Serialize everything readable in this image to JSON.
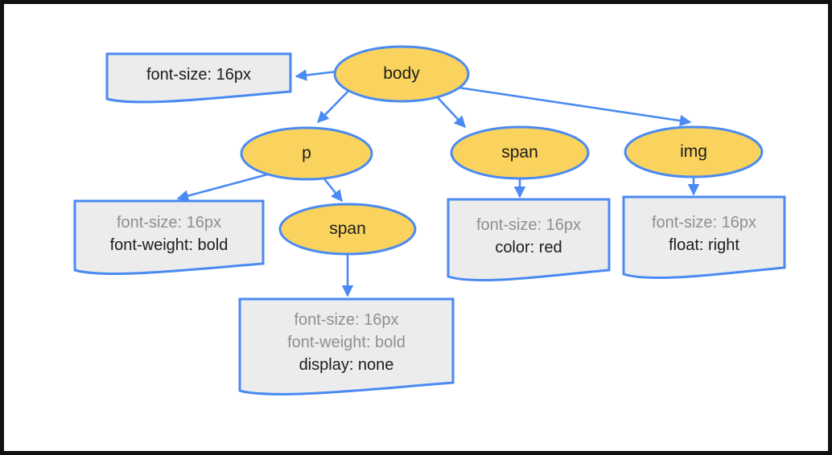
{
  "figure": {
    "description": "CSS inheritance / render tree diagram",
    "colors": {
      "node_fill": "#FAD35F",
      "stroke_blue": "#4A8AF2",
      "box_fill": "#ECECEC",
      "inherited_text": "#8F8F8F",
      "declared_text": "#1C1C1C",
      "frame_border": "#111111"
    },
    "nodes": [
      {
        "id": "body",
        "label": "body"
      },
      {
        "id": "p",
        "label": "p"
      },
      {
        "id": "span-under-body",
        "label": "span"
      },
      {
        "id": "img",
        "label": "img"
      },
      {
        "id": "span-under-p",
        "label": "span"
      }
    ],
    "style_boxes": [
      {
        "id": "body-styles",
        "lines": [
          {
            "text": "font-size: 16px",
            "status": "declared"
          }
        ]
      },
      {
        "id": "p-styles",
        "lines": [
          {
            "text": "font-size: 16px",
            "status": "inherited"
          },
          {
            "text": "font-weight: bold",
            "status": "declared"
          }
        ]
      },
      {
        "id": "span-under-body-styles",
        "lines": [
          {
            "text": "font-size: 16px",
            "status": "inherited"
          },
          {
            "text": "color: red",
            "status": "declared"
          }
        ]
      },
      {
        "id": "img-styles",
        "lines": [
          {
            "text": "font-size: 16px",
            "status": "inherited"
          },
          {
            "text": "float: right",
            "status": "declared"
          }
        ]
      },
      {
        "id": "span-under-p-styles",
        "lines": [
          {
            "text": "font-size: 16px",
            "status": "inherited"
          },
          {
            "text": "font-weight: bold",
            "status": "inherited"
          },
          {
            "text": "display: none",
            "status": "declared"
          }
        ]
      }
    ],
    "edges": [
      {
        "from": "body",
        "to": "body-styles"
      },
      {
        "from": "body",
        "to": "p"
      },
      {
        "from": "body",
        "to": "span-under-body"
      },
      {
        "from": "body",
        "to": "img"
      },
      {
        "from": "p",
        "to": "p-styles"
      },
      {
        "from": "p",
        "to": "span-under-p"
      },
      {
        "from": "span-under-body",
        "to": "span-under-body-styles"
      },
      {
        "from": "img",
        "to": "img-styles"
      },
      {
        "from": "span-under-p",
        "to": "span-under-p-styles"
      }
    ]
  }
}
